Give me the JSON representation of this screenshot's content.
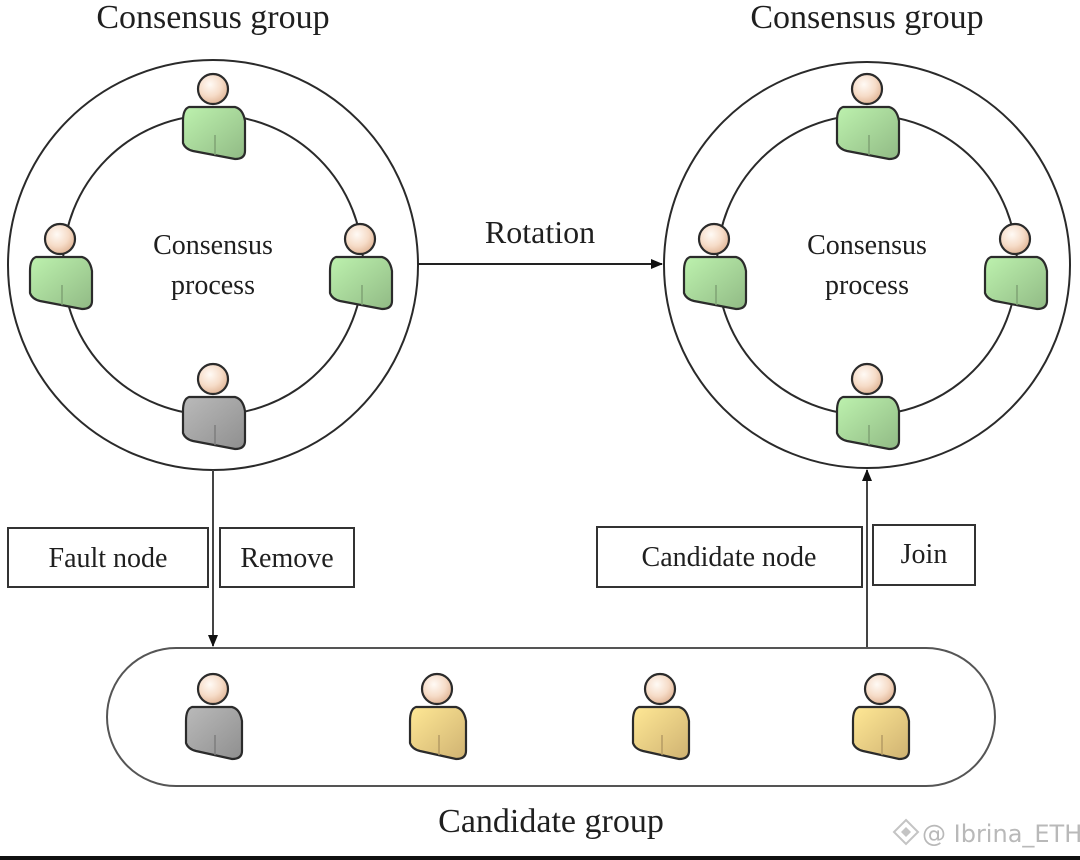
{
  "diagram": {
    "left_group": {
      "title": "Consensus group",
      "center_label_line1": "Consensus",
      "center_label_line2": "process",
      "nodes": [
        {
          "position": "top",
          "status": "normal",
          "color": "#a9d89b"
        },
        {
          "position": "left",
          "status": "normal",
          "color": "#a9d89b"
        },
        {
          "position": "right",
          "status": "normal",
          "color": "#a9d89b"
        },
        {
          "position": "bottom",
          "status": "fault",
          "color": "#a6a6a6"
        }
      ]
    },
    "right_group": {
      "title": "Consensus group",
      "center_label_line1": "Consensus",
      "center_label_line2": "process",
      "nodes": [
        {
          "position": "top",
          "status": "normal",
          "color": "#a9d89b"
        },
        {
          "position": "left",
          "status": "normal",
          "color": "#a9d89b"
        },
        {
          "position": "right",
          "status": "normal",
          "color": "#a9d89b"
        },
        {
          "position": "bottom",
          "status": "normal",
          "color": "#a9d89b"
        }
      ]
    },
    "rotation_label": "Rotation",
    "fault_node_label": "Fault node",
    "remove_label": "Remove",
    "candidate_node_label": "Candidate node",
    "join_label": "Join",
    "candidate_group": {
      "title": "Candidate group",
      "nodes": [
        {
          "status": "fault",
          "color": "#a6a6a6"
        },
        {
          "status": "candidate",
          "color": "#f1cf85"
        },
        {
          "status": "candidate",
          "color": "#f1cf85"
        },
        {
          "status": "candidate",
          "color": "#f1cf85"
        }
      ]
    },
    "watermark": "@ Ibrina_ETH"
  }
}
